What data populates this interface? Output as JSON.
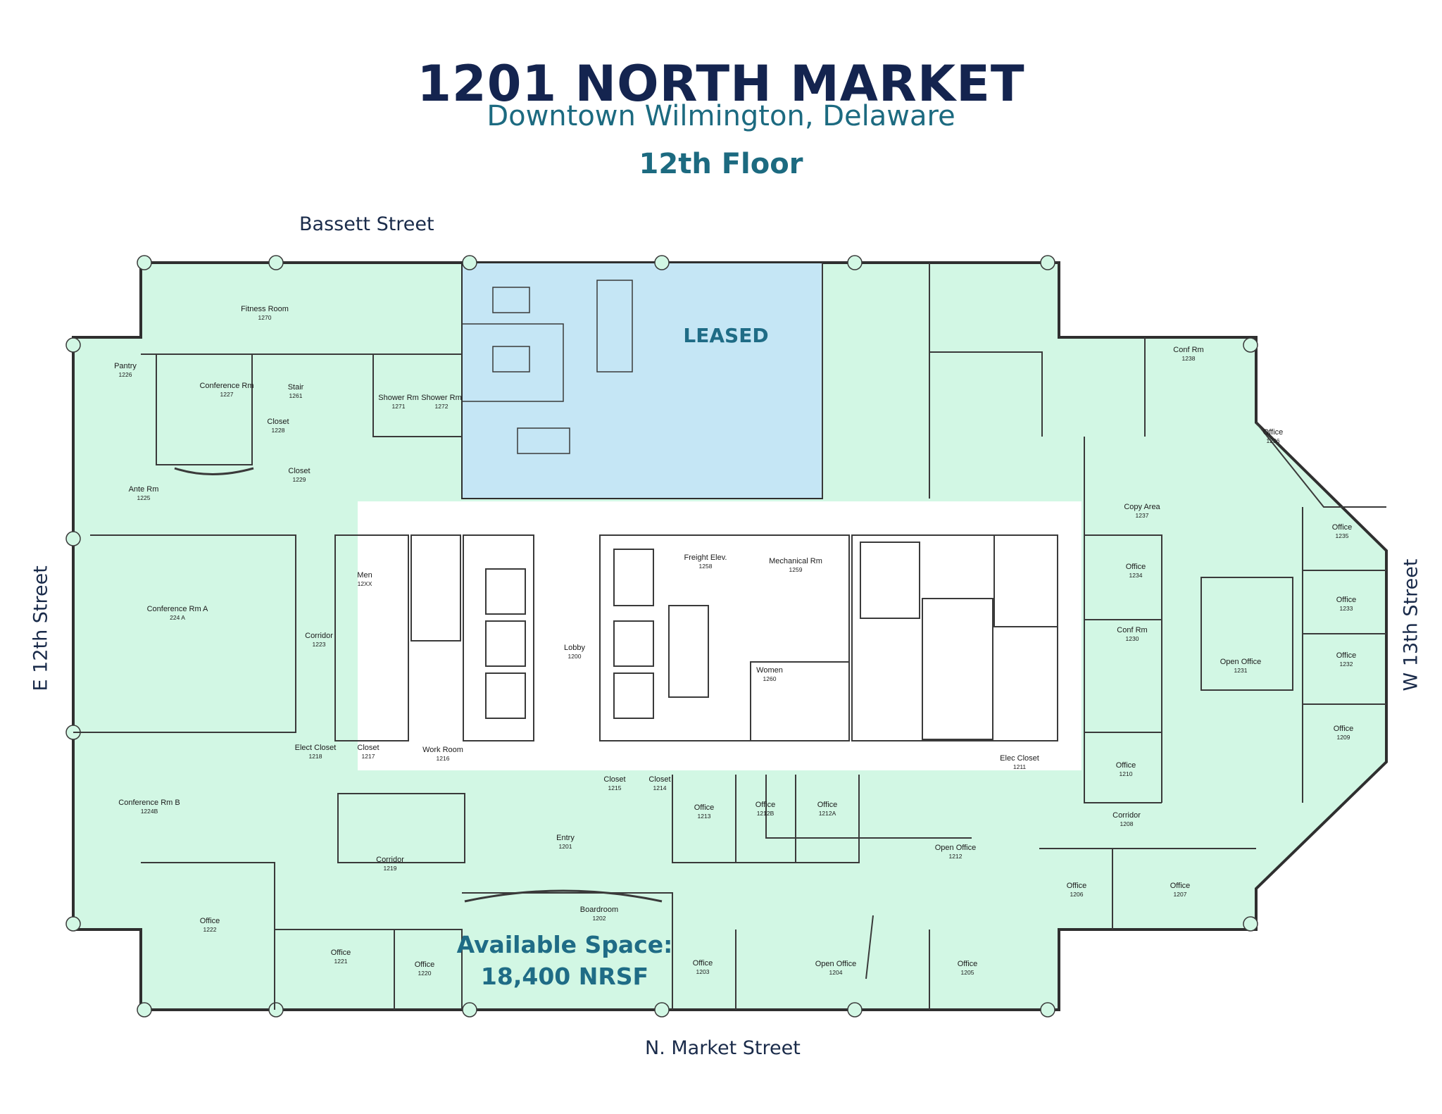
{
  "title": "1201 NORTH MARKET",
  "subtitle": "Downtown Wilmington, Delaware",
  "floor": "12th Floor",
  "streets": {
    "top": "Bassett Street",
    "left": "E 12th Street",
    "right": "W 13th Street",
    "bottom": "N. Market Street"
  },
  "leased_label": "LEASED",
  "available": {
    "line1": "Available Space:",
    "line2": "18,400 NRSF"
  },
  "colors": {
    "available": "#d2f7e4",
    "leased": "#c5e6f5",
    "core": "#ffffff",
    "walls": "#3a3a3a",
    "title": "#14244f",
    "accent": "#1f6c86"
  },
  "rooms": [
    {
      "name": "Fitness Room",
      "num": "1270"
    },
    {
      "name": "Pantry",
      "num": "1226"
    },
    {
      "name": "Conference Rm",
      "num": "1227"
    },
    {
      "name": "Stair",
      "num": "1261"
    },
    {
      "name": "Closet",
      "num": "1228"
    },
    {
      "name": "Closet",
      "num": "1229"
    },
    {
      "name": "Shower Rm",
      "num": "1271"
    },
    {
      "name": "Shower Rm",
      "num": "1272"
    },
    {
      "name": "Ante Rm",
      "num": "1225"
    },
    {
      "name": "Conference Rm A",
      "num": "224 A"
    },
    {
      "name": "Corridor",
      "num": "1223"
    },
    {
      "name": "Men",
      "num": "12XX"
    },
    {
      "name": "Lobby",
      "num": "1200"
    },
    {
      "name": "Freight Elev.",
      "num": "1258"
    },
    {
      "name": "Mechanical Rm",
      "num": "1259"
    },
    {
      "name": "Women",
      "num": "1260"
    },
    {
      "name": "Elect Closet",
      "num": "1218"
    },
    {
      "name": "Closet",
      "num": "1217"
    },
    {
      "name": "Work Room",
      "num": "1216"
    },
    {
      "name": "Conference Rm B",
      "num": "1224B"
    },
    {
      "name": "Closet",
      "num": "1215"
    },
    {
      "name": "Closet",
      "num": "1214"
    },
    {
      "name": "Elec Closet",
      "num": "1211"
    },
    {
      "name": "Entry",
      "num": "1201"
    },
    {
      "name": "Corridor",
      "num": "1219"
    },
    {
      "name": "Office",
      "num": "1213"
    },
    {
      "name": "Office",
      "num": "1212B"
    },
    {
      "name": "Office",
      "num": "1212A"
    },
    {
      "name": "Open Office",
      "num": "1212"
    },
    {
      "name": "Conf Rm",
      "num": "1238"
    },
    {
      "name": "Office",
      "num": "1236"
    },
    {
      "name": "Copy Area",
      "num": "1237"
    },
    {
      "name": "Office",
      "num": "1235"
    },
    {
      "name": "Office",
      "num": "1234"
    },
    {
      "name": "Office",
      "num": "1233"
    },
    {
      "name": "Conf Rm",
      "num": "1230"
    },
    {
      "name": "Open Office",
      "num": "1231"
    },
    {
      "name": "Office",
      "num": "1232"
    },
    {
      "name": "Office",
      "num": "1209"
    },
    {
      "name": "Office",
      "num": "1210"
    },
    {
      "name": "Corridor",
      "num": "1208"
    },
    {
      "name": "Office",
      "num": "1206"
    },
    {
      "name": "Office",
      "num": "1207"
    },
    {
      "name": "Office",
      "num": "1222"
    },
    {
      "name": "Office",
      "num": "1221"
    },
    {
      "name": "Office",
      "num": "1220"
    },
    {
      "name": "Boardroom",
      "num": "1202"
    },
    {
      "name": "Office",
      "num": "1203"
    },
    {
      "name": "Open Office",
      "num": "1204"
    },
    {
      "name": "Office",
      "num": "1205"
    }
  ]
}
